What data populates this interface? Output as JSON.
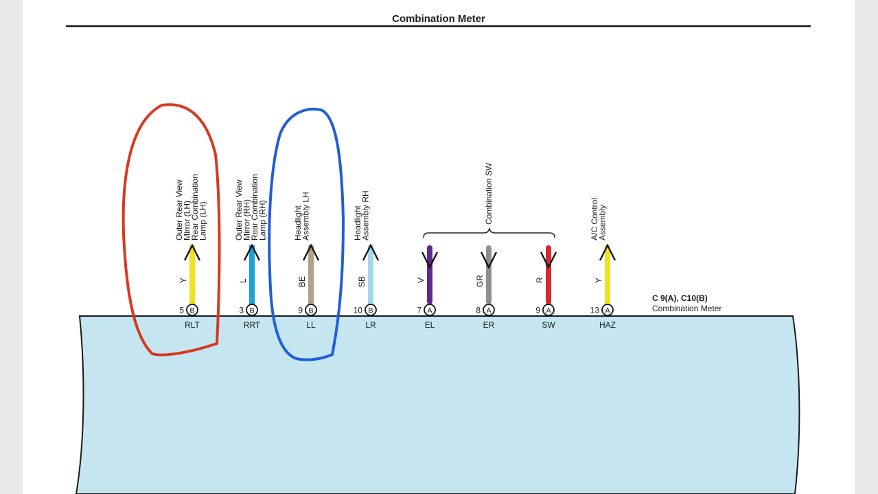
{
  "header": {
    "title": "Combination Meter"
  },
  "connector": {
    "id": "C 9(A), C10(B)",
    "name": "Combination Meter"
  },
  "group": {
    "label": "Combination SW"
  },
  "wires": [
    {
      "pin": "5",
      "conn": "B",
      "code": "RLT",
      "color_code": "Y",
      "color": "#f2e11c",
      "direction": "out",
      "dest": [
        "Outer Rear View",
        "Mirror (LH)",
        "Rear Combination",
        "Lamp (LH)"
      ]
    },
    {
      "pin": "3",
      "conn": "B",
      "code": "RRT",
      "color_code": "L",
      "color": "#1aa1d6",
      "direction": "out",
      "dest": [
        "Outer Rear View",
        "Mirror (RH)",
        "Rear Combination",
        "Lamp (RH)"
      ]
    },
    {
      "pin": "9",
      "conn": "B",
      "code": "LL",
      "color_code": "BE",
      "color": "#b3a089",
      "direction": "out",
      "dest": [
        "Headlight",
        "Assembly LH"
      ]
    },
    {
      "pin": "10",
      "conn": "B",
      "code": "LR",
      "color_code": "SB",
      "color": "#a4d7ec",
      "direction": "out",
      "dest": [
        "Headlight",
        "Assembly RH"
      ]
    },
    {
      "pin": "7",
      "conn": "A",
      "code": "EL",
      "color_code": "V",
      "color": "#5e2b8a",
      "direction": "in",
      "dest": []
    },
    {
      "pin": "8",
      "conn": "A",
      "code": "ER",
      "color_code": "GR",
      "color": "#8e8e8e",
      "direction": "in",
      "dest": []
    },
    {
      "pin": "9",
      "conn": "A",
      "code": "SW",
      "color_code": "R",
      "color": "#d42a2f",
      "direction": "in",
      "dest": []
    },
    {
      "pin": "13",
      "conn": "A",
      "code": "HAZ",
      "color_code": "Y",
      "color": "#f2e11c",
      "direction": "out",
      "dest": [
        "A/C Control",
        "Assembly"
      ]
    }
  ],
  "colors": {
    "meter_fill": "#c5e6f0",
    "annotation_red": "#d9381e",
    "annotation_blue": "#1f5fd6"
  }
}
